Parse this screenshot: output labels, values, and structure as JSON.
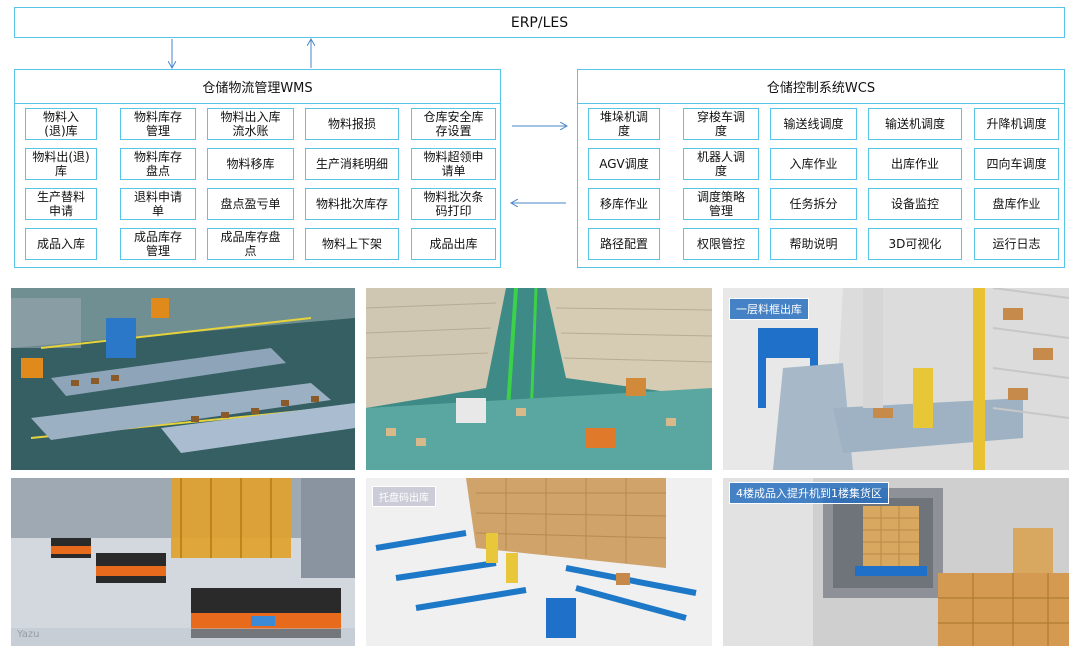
{
  "erp": {
    "label": "ERP/LES"
  },
  "wms": {
    "title": "仓储物流管理WMS",
    "rows": [
      [
        "物料入\n(退)库",
        "物料库存\n管理",
        "物料出入库\n流水账",
        "物料报损",
        "仓库安全库\n存设置"
      ],
      [
        "物料出(退)\n库",
        "物料库存\n盘点",
        "物料移库",
        "生产消耗明细",
        "物料超领申\n请单"
      ],
      [
        "生产替料\n申请",
        "退料申请\n单",
        "盘点盈亏单",
        "物料批次库存",
        "物料批次条\n码打印"
      ],
      [
        "成品入库",
        "成品库存\n管理",
        "成品库存盘\n点",
        "物料上下架",
        "成品出库"
      ]
    ]
  },
  "wcs": {
    "title": "仓储控制系统WCS",
    "rows": [
      [
        "堆垛机调\n度",
        "穿梭车调\n度",
        "输送线调度",
        "输送机调度",
        "升降机调度"
      ],
      [
        "AGV调度",
        "机器人调\n度",
        "入库作业",
        "出库作业",
        "四向车调度"
      ],
      [
        "移库作业",
        "调度策略\n管理",
        "任务拆分",
        "设备监控",
        "盘库作业"
      ],
      [
        "路径配置",
        "权限管控",
        "帮助说明",
        "3D可视化",
        "运行日志"
      ]
    ]
  },
  "photos": {
    "p3_label": "一层料框出库",
    "p5_label": "托盘码出库",
    "p6_label": "4楼成品入提升机到1楼集货区",
    "p4_watermark": "Yazu"
  }
}
